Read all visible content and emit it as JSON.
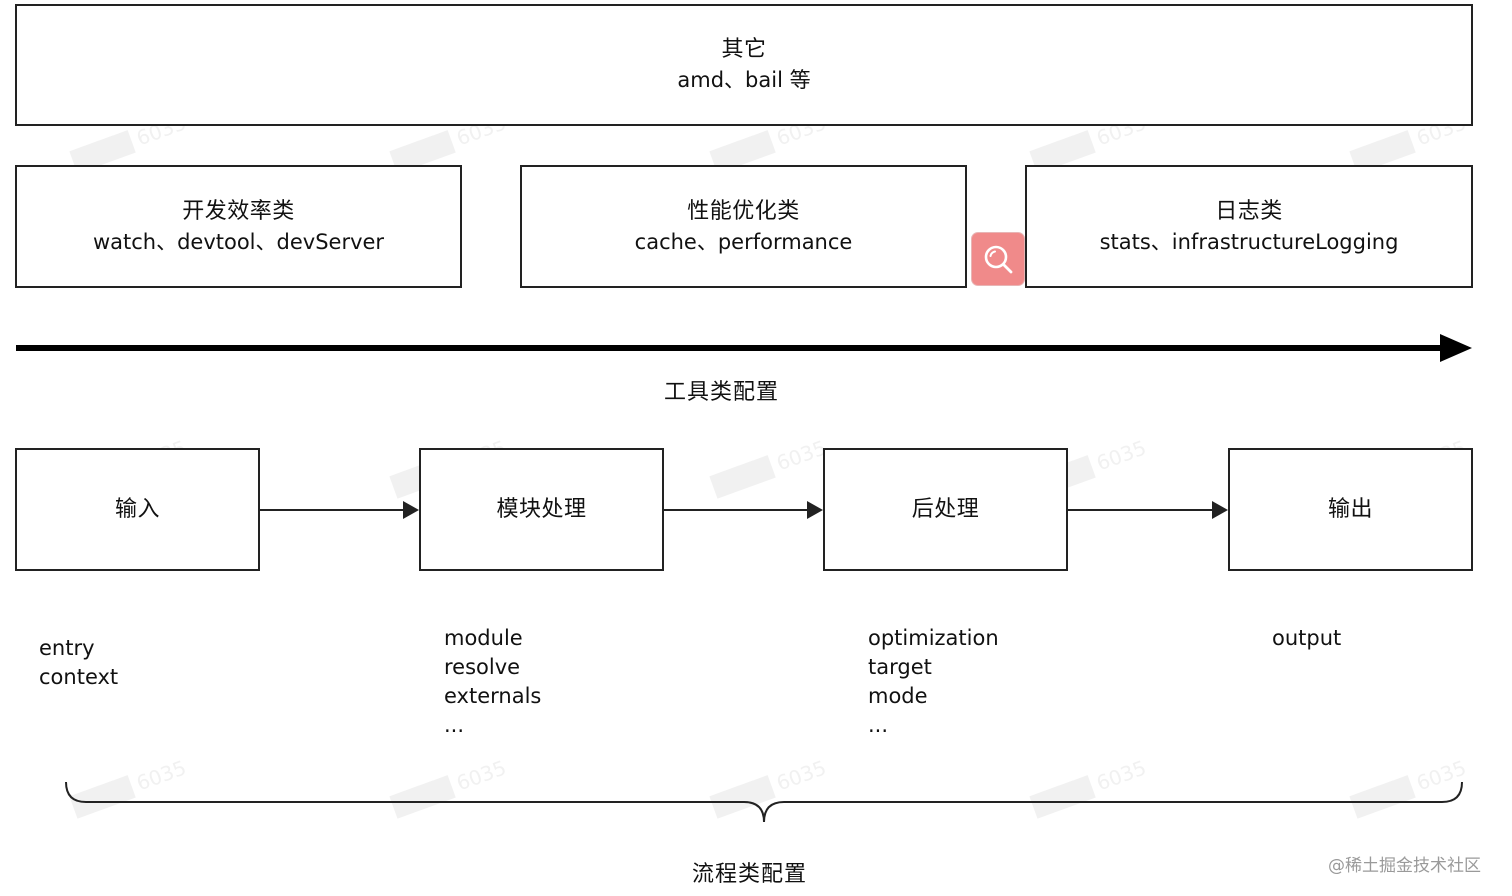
{
  "top": {
    "title": "其它",
    "detail": "amd、bail 等"
  },
  "tool_categories": [
    {
      "title": "开发效率类",
      "detail": "watch、devtool、devServer"
    },
    {
      "title": "性能优化类",
      "detail": "cache、performance"
    },
    {
      "title": "日志类",
      "detail": "stats、infrastructureLogging"
    }
  ],
  "tool_axis_label": "工具类配置",
  "flow_steps": [
    "输入",
    "模块处理",
    "后处理",
    "输出"
  ],
  "flow_options": [
    [
      "entry",
      "context"
    ],
    [
      "module",
      "resolve",
      "externals",
      "..."
    ],
    [
      "optimization",
      "target",
      "mode",
      "..."
    ],
    [
      "output"
    ]
  ],
  "flow_axis_label": "流程类配置",
  "footer": "@稀土掘金技术社区",
  "search_icon": "search-icon"
}
